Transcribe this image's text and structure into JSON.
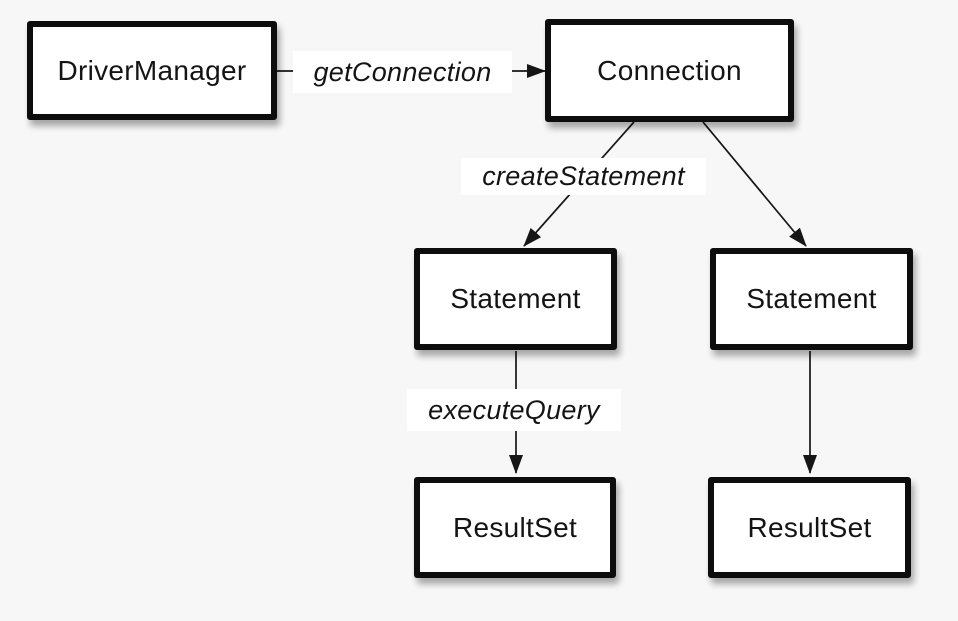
{
  "diagram": {
    "description": "JDBC object flow diagram",
    "background_color": "#f7f7f7",
    "box_fill": "#ffffff",
    "box_border_color": "#0d0d0d",
    "line_color": "#161616",
    "text_color": "#141414",
    "nodes": {
      "driver_manager": "DriverManager",
      "connection": "Connection",
      "statement_left": "Statement",
      "statement_right": "Statement",
      "resultset_left": "ResultSet",
      "resultset_right": "ResultSet"
    },
    "edges": [
      {
        "from": "DriverManager",
        "to": "Connection",
        "label": "getConnection",
        "arrow": "filled-triangle"
      },
      {
        "from": "Connection",
        "to": "Statement (left)",
        "label": "createStatement",
        "arrow": "filled-triangle"
      },
      {
        "from": "Connection",
        "to": "Statement (right)",
        "label": "",
        "arrow": "filled-triangle"
      },
      {
        "from": "Statement (left)",
        "to": "ResultSet (left)",
        "label": "executeQuery",
        "arrow": "filled-triangle"
      },
      {
        "from": "Statement (right)",
        "to": "ResultSet (right)",
        "label": "",
        "arrow": "filled-triangle"
      }
    ]
  }
}
